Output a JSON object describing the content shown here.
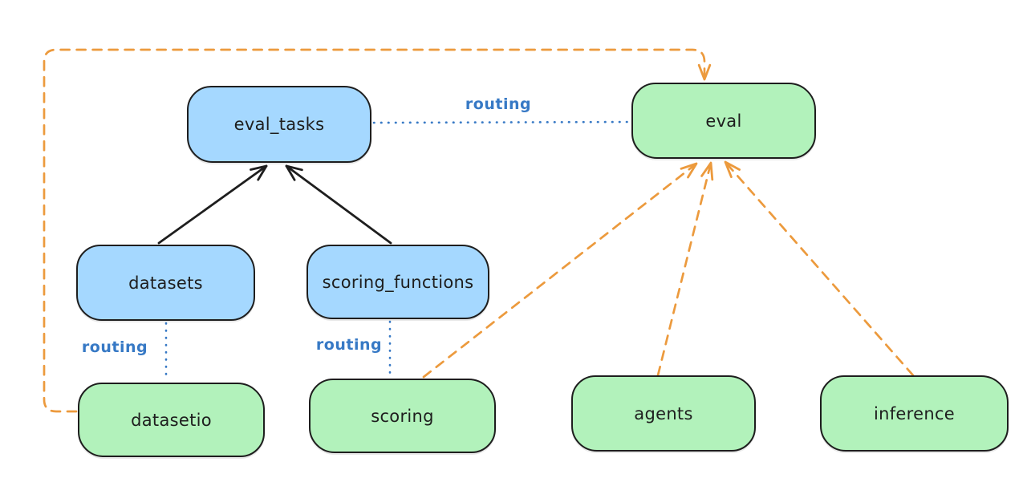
{
  "diagram": {
    "background": "#ffffff",
    "colors": {
      "stroke": "#1e1e1e",
      "blue_fill": "#a5d8ff",
      "green_fill": "#b2f2bb",
      "orange": "#ec9a3d",
      "routing_blue": "#3779c5"
    },
    "nodes": {
      "eval_tasks": {
        "label": "eval_tasks",
        "fill": "#a5d8ff"
      },
      "eval": {
        "label": "eval",
        "fill": "#b2f2bb"
      },
      "datasets": {
        "label": "datasets",
        "fill": "#a5d8ff"
      },
      "scoring_functions": {
        "label": "scoring_functions",
        "fill": "#a5d8ff"
      },
      "datasetio": {
        "label": "datasetio",
        "fill": "#b2f2bb"
      },
      "scoring": {
        "label": "scoring",
        "fill": "#b2f2bb"
      },
      "agents": {
        "label": "agents",
        "fill": "#b2f2bb"
      },
      "inference": {
        "label": "inference",
        "fill": "#b2f2bb"
      }
    },
    "labels": {
      "routing_eval_tasks_eval": "routing",
      "routing_datasets_datasetio": "routing",
      "routing_scoring_functions_scoring": "routing"
    },
    "edges": [
      {
        "from": "datasets",
        "to": "eval_tasks",
        "style": "solid-black-arrow",
        "label": ""
      },
      {
        "from": "scoring_functions",
        "to": "eval_tasks",
        "style": "solid-black-arrow",
        "label": ""
      },
      {
        "from": "eval_tasks",
        "to": "eval",
        "style": "dotted-blue",
        "label": "routing"
      },
      {
        "from": "datasets",
        "to": "datasetio",
        "style": "dotted-blue",
        "label": "routing"
      },
      {
        "from": "scoring_functions",
        "to": "scoring",
        "style": "dotted-blue",
        "label": "routing"
      },
      {
        "from": "datasetio",
        "to": "eval",
        "style": "dashed-orange-arrow",
        "label": ""
      },
      {
        "from": "scoring",
        "to": "eval",
        "style": "dashed-orange-arrow",
        "label": ""
      },
      {
        "from": "agents",
        "to": "eval",
        "style": "dashed-orange-arrow",
        "label": ""
      },
      {
        "from": "inference",
        "to": "eval",
        "style": "dashed-orange-arrow",
        "label": ""
      }
    ]
  }
}
